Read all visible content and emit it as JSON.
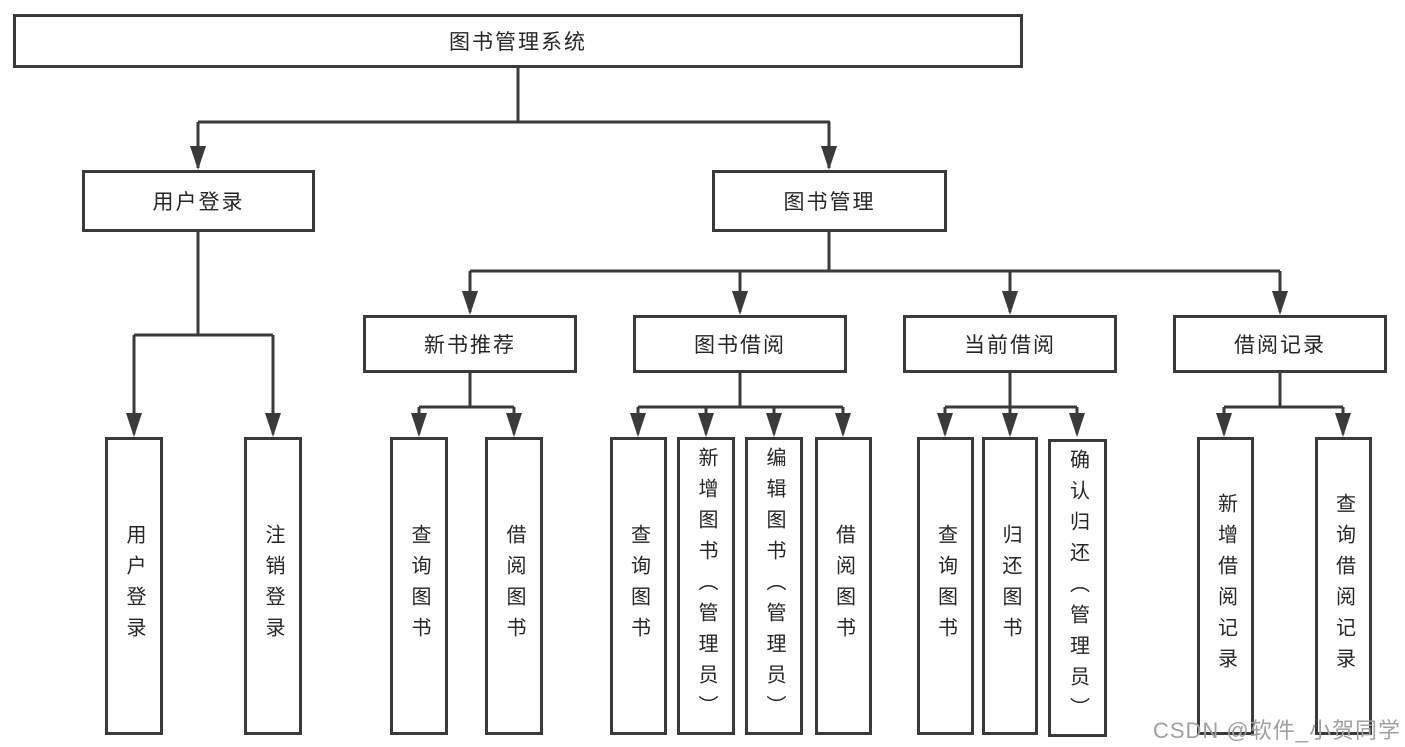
{
  "root": {
    "label": "图书管理系统"
  },
  "level2": {
    "user_login": {
      "label": "用户登录",
      "leaves": [
        "用户登录",
        "注销登录"
      ]
    },
    "book_mgmt": {
      "label": "图书管理"
    }
  },
  "level3": {
    "new_books": {
      "label": "新书推荐",
      "leaves": [
        "查询图书",
        "借阅图书"
      ]
    },
    "borrowing": {
      "label": "图书借阅",
      "leaves": [
        "查询图书",
        "新增图书（管理员）",
        "编辑图书（管理员）",
        "借阅图书"
      ]
    },
    "current": {
      "label": "当前借阅",
      "leaves": [
        "查询图书",
        "归还图书",
        "确认归还（管理员）"
      ]
    },
    "records": {
      "label": "借阅记录",
      "leaves": [
        "新增借阅记录",
        "查询借阅记录"
      ]
    }
  },
  "watermark": "CSDN @软件_小贺同学",
  "colors": {
    "line": "#3a3a3a",
    "box_border": "#3a3a3a",
    "box_fill": "#ffffff",
    "text": "#262626",
    "watermark": "#a0a0a0"
  }
}
